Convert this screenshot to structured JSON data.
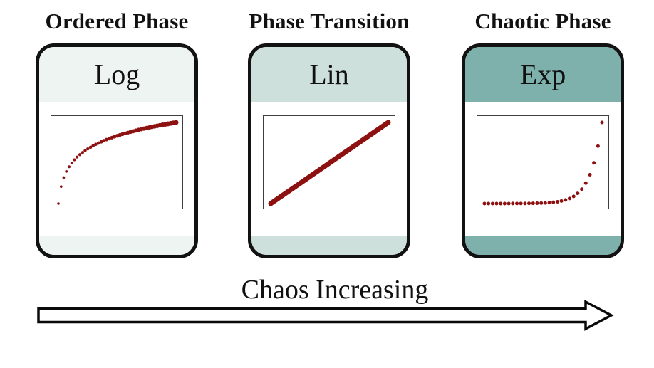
{
  "figure": {
    "panels": [
      {
        "title": "Ordered Phase",
        "label": "Log",
        "tint": "#edf4f2",
        "curve": "logarithmic"
      },
      {
        "title": "Phase Transition",
        "label": "Lin",
        "tint": "#cde0dc",
        "curve": "linear"
      },
      {
        "title": "Chaotic Phase",
        "label": "Exp",
        "tint": "#7eb0ac",
        "curve": "exponential"
      }
    ],
    "arrow_label": "Chaos Increasing"
  },
  "colors": {
    "data_red": "#8e1111",
    "card_border": "#121212",
    "plot_border": "#3f3f3f",
    "arrow_fill": "#ffffff",
    "arrow_stroke": "#0a0a0a",
    "text": "#111111",
    "background": "#ffffff"
  },
  "chart_data": [
    {
      "type": "scatter",
      "name": "logarithmic-growth",
      "curve": "logarithmic",
      "x": [
        0,
        0.023,
        0.045,
        0.068,
        0.091,
        0.114,
        0.136,
        0.159,
        0.182,
        0.205,
        0.227,
        0.25,
        0.273,
        0.295,
        0.318,
        0.341,
        0.364,
        0.386,
        0.409,
        0.432,
        0.455,
        0.477,
        0.5,
        0.523,
        0.545,
        0.568,
        0.591,
        0.614,
        0.636,
        0.659,
        0.682,
        0.705,
        0.727,
        0.75,
        0.773,
        0.795,
        0.818,
        0.841,
        0.864,
        0.886,
        0.909,
        0.932,
        0.955,
        0.977,
        1.0
      ],
      "y": [
        0,
        0.209,
        0.32,
        0.396,
        0.454,
        0.5,
        0.539,
        0.573,
        0.603,
        0.629,
        0.653,
        0.674,
        0.694,
        0.713,
        0.73,
        0.746,
        0.761,
        0.775,
        0.788,
        0.801,
        0.813,
        0.824,
        0.835,
        0.846,
        0.856,
        0.865,
        0.875,
        0.884,
        0.892,
        0.901,
        0.909,
        0.917,
        0.924,
        0.931,
        0.938,
        0.945,
        0.952,
        0.959,
        0.965,
        0.971,
        0.977,
        0.983,
        0.989,
        0.994,
        1.0
      ],
      "color": "#8e1111",
      "marker_size_range": [
        1.8,
        3.5
      ],
      "xlim": [
        0,
        1
      ],
      "ylim": [
        0,
        1
      ],
      "axes_visible": false,
      "grid": false
    },
    {
      "type": "line",
      "name": "linear-growth",
      "curve": "linear",
      "x": [
        0,
        1
      ],
      "y": [
        0,
        1
      ],
      "color": "#8e1111",
      "line_width": 7,
      "xlim": [
        0,
        1
      ],
      "ylim": [
        0,
        1
      ],
      "axes_visible": false,
      "grid": false
    },
    {
      "type": "scatter",
      "name": "exponential-growth",
      "curve": "exponential",
      "x": [
        0,
        0.034,
        0.069,
        0.103,
        0.138,
        0.172,
        0.207,
        0.241,
        0.276,
        0.31,
        0.345,
        0.379,
        0.414,
        0.448,
        0.483,
        0.517,
        0.552,
        0.586,
        0.621,
        0.655,
        0.69,
        0.724,
        0.759,
        0.793,
        0.828,
        0.862,
        0.897,
        0.931,
        0.966,
        1.0
      ],
      "y": [
        0,
        0,
        0,
        0,
        0,
        0,
        0,
        0.001,
        0.001,
        0.001,
        0.001,
        0.002,
        0.003,
        0.004,
        0.006,
        0.008,
        0.011,
        0.016,
        0.022,
        0.032,
        0.045,
        0.063,
        0.089,
        0.126,
        0.178,
        0.252,
        0.355,
        0.502,
        0.708,
        1.0
      ],
      "color": "#8e1111",
      "marker_size": 2.5,
      "xlim": [
        0,
        1
      ],
      "ylim": [
        0,
        1
      ],
      "axes_visible": false,
      "grid": false
    }
  ]
}
